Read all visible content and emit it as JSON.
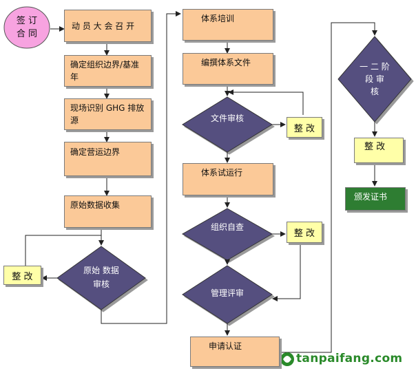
{
  "nodes": {
    "start": "签 订\n合 同",
    "mobilize": "动 员 大 会 召 开",
    "define_org": "确定组织边界/基准\n年",
    "identify_ghg": "现场识别 GHG 排放\n源",
    "define_ops": "确定营运边界",
    "collect": "原始数据收集",
    "review_data": "原始 数据\n审核",
    "fix_data": "整 改",
    "training": "体系培训",
    "compile_docs": "编撰体系文件",
    "doc_review": "文件审核",
    "fix_doc": "整 改",
    "trial_run": "体系试运行",
    "self_check": "组织自查",
    "fix_self": "整 改",
    "mgmt_review": "管理评审",
    "apply_cert": "申请认证",
    "audit": "一 二 阶\n段 审\n核",
    "fix_audit": "整 改",
    "issue_cert": "颁发证书"
  },
  "watermark": {
    "text": "tanpaifang.com"
  },
  "colors": {
    "process": "#fbc998",
    "decision": "#55507f",
    "fix": "#ffffa8",
    "final": "#2e7d32",
    "start": "#f7a3e0",
    "arrow": "#222222"
  }
}
